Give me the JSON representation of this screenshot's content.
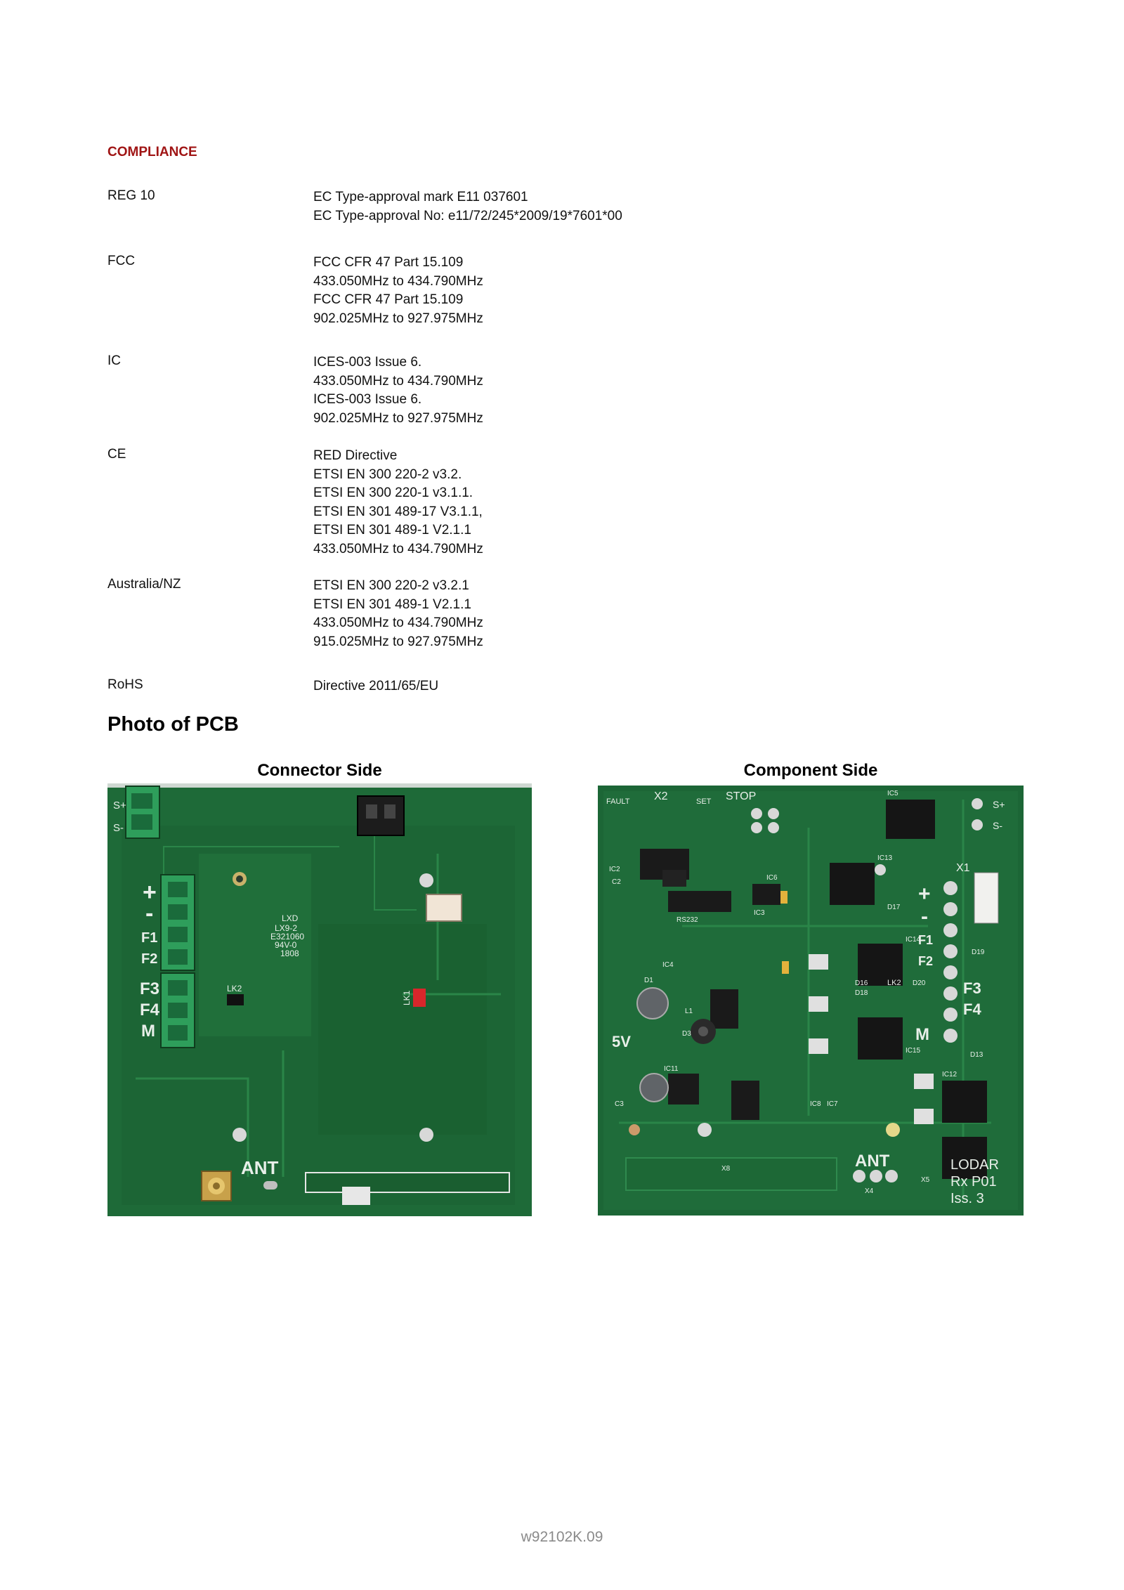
{
  "compliance": {
    "title": "COMPLIANCE",
    "rows": [
      {
        "label": "REG 10",
        "lines": [
          "EC Type-approval mark E11 037601",
          "EC Type-approval No: e11/72/245*2009/19*7601*00"
        ]
      },
      {
        "label": "FCC",
        "lines": [
          "FCC CFR 47 Part 15.109",
          "433.050MHz to 434.790MHz",
          "FCC CFR 47 Part 15.109",
          "902.025MHz to 927.975MHz"
        ]
      },
      {
        "label": "IC",
        "lines": [
          "ICES-003 Issue 6.",
          "433.050MHz to 434.790MHz",
          "ICES-003 Issue 6.",
          "902.025MHz to 927.975MHz"
        ]
      },
      {
        "label": "CE",
        "lines": [
          "RED Directive",
          "ETSI EN 300 220-2 v3.2.",
          "ETSI EN 300 220-1 v3.1.1.",
          "ETSI EN 301 489-17 V3.1.1,",
          "ETSI EN 301 489-1 V2.1.1",
          "433.050MHz to 434.790MHz"
        ]
      },
      {
        "label": "Australia/NZ",
        "lines": [
          "ETSI EN 300 220-2 v3.2.1",
          "ETSI EN 301 489-1 V2.1.1",
          "433.050MHz to 434.790MHz",
          "915.025MHz to 927.975MHz"
        ]
      },
      {
        "label": "RoHS",
        "lines": [
          "Directive 2011/65/EU"
        ]
      }
    ]
  },
  "photo": {
    "heading": "Photo of PCB",
    "connector_caption": "Connector Side",
    "component_caption": "Component Side"
  },
  "connector_board": {
    "marks": [
      "S+",
      "S-",
      "+",
      "-",
      "F1",
      "F2",
      "F3",
      "F4",
      "M",
      "LK2",
      "LK1",
      "ANT",
      "LXD",
      "LX9-2",
      "E321060",
      "94V-0",
      "1808"
    ]
  },
  "component_board": {
    "marks": [
      "FAULT",
      "X2",
      "SET",
      "STOP",
      "S+",
      "S-",
      "X1",
      "IC2",
      "IC3",
      "IC4",
      "IC5",
      "IC6",
      "IC7",
      "IC8",
      "IC11",
      "IC12",
      "IC13",
      "IC14",
      "IC15",
      "D1",
      "D3",
      "D13",
      "D16",
      "D17",
      "D18",
      "D19",
      "D20",
      "LK2",
      "RS232",
      "5V",
      "C2",
      "C3",
      "L1",
      "+",
      "-",
      "F1",
      "F2",
      "F3",
      "F4",
      "M",
      "ANT",
      "X4",
      "X5",
      "X8",
      "LODAR",
      "Rx P01",
      "Iss. 3"
    ]
  },
  "footer": {
    "doc_id": "w92102K.09"
  },
  "colors": {
    "accent": "#a01515",
    "pcb_green": "#1f6b3a",
    "pcb_dark": "#145a2c",
    "terminal_green": "#2e9e5b"
  }
}
